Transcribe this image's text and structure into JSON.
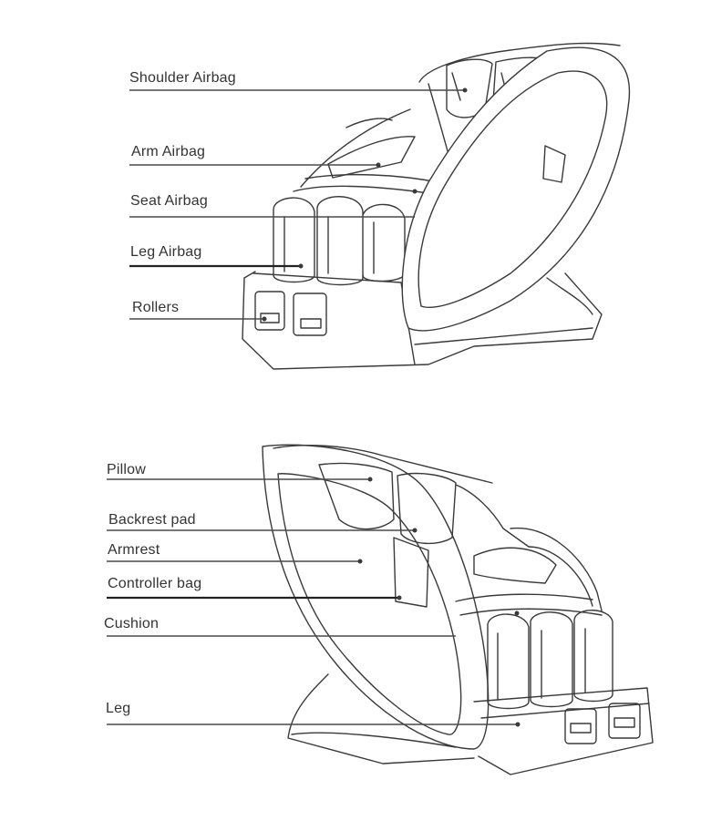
{
  "top_diagram": {
    "labels": [
      {
        "id": "shoulder-airbag",
        "text": "Shoulder Airbag"
      },
      {
        "id": "arm-airbag",
        "text": "Arm Airbag"
      },
      {
        "id": "seat-airbag",
        "text": "Seat Airbag"
      },
      {
        "id": "leg-airbag",
        "text": "Leg Airbag"
      },
      {
        "id": "rollers",
        "text": "Rollers"
      }
    ]
  },
  "bottom_diagram": {
    "labels": [
      {
        "id": "pillow",
        "text": "Pillow"
      },
      {
        "id": "backrest-pad",
        "text": "Backrest pad"
      },
      {
        "id": "armrest",
        "text": "Armrest"
      },
      {
        "id": "controller-bag",
        "text": "Controller bag"
      },
      {
        "id": "cushion",
        "text": "Cushion"
      },
      {
        "id": "leg",
        "text": "Leg"
      }
    ]
  }
}
